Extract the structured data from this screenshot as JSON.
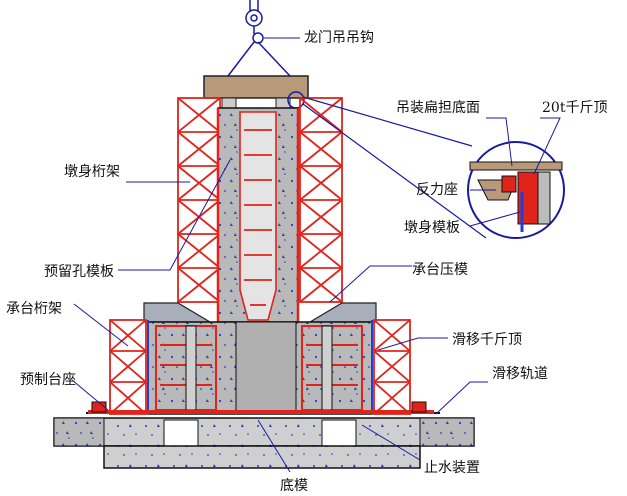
{
  "labels": {
    "hook": "龙门吊吊钩",
    "beam_bottom": "吊装扁担底面",
    "jack_20t": "20t千斤顶",
    "pier_truss": "墩身桁架",
    "reaction_seat": "反力座",
    "pier_formwork": "墩身模板",
    "reserved_hole_form": "预留孔模板",
    "cap_press_beam": "承台压模",
    "cap_truss": "承台桁架",
    "slide_jack": "滑移千斤顶",
    "slide_track": "滑移轨道",
    "precast_pedestal": "预制台座",
    "water_stop": "止水装置",
    "bottom_form": "底模"
  },
  "colors": {
    "truss": "#e0241b",
    "frame": "#1a1a1a",
    "concrete": "#b9b9b9",
    "dots": "#1f3fd8",
    "leader": "#1a1aa0",
    "press_beam": "#a9aebb",
    "beam": "#b89a7a"
  }
}
